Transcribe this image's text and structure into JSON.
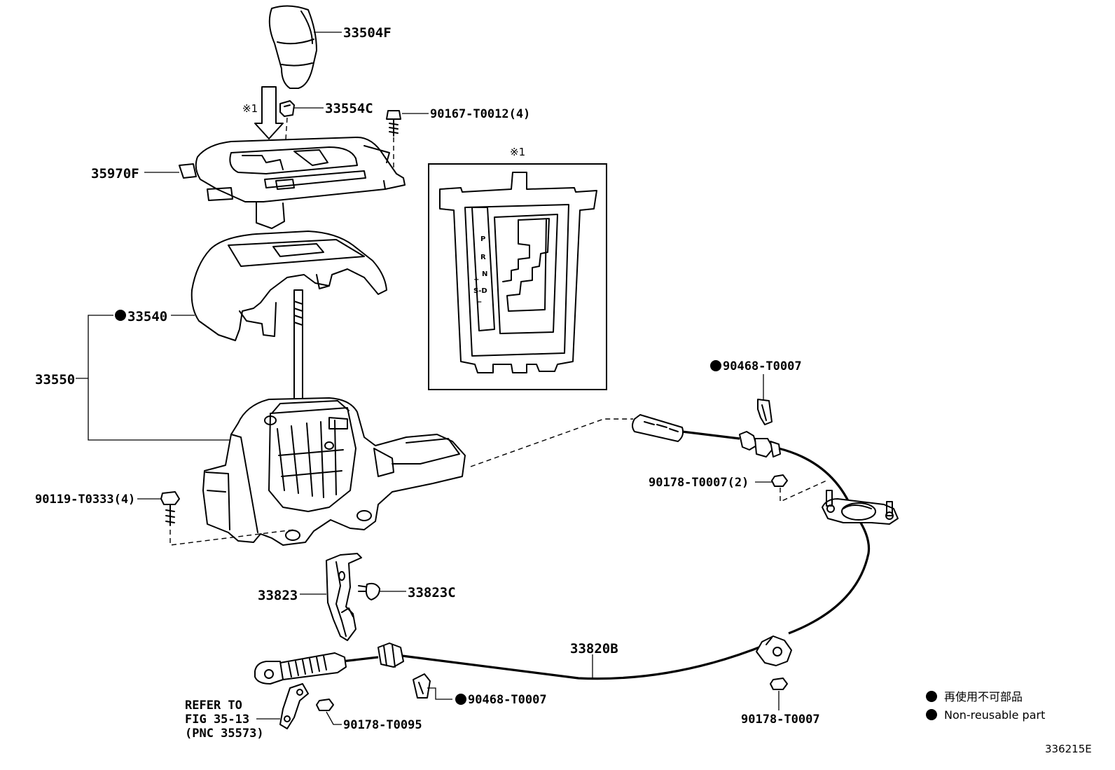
{
  "figure_id": "336215E",
  "callout_symbol": "※1",
  "callout_symbol_detail": "※1",
  "gate_positions": [
    "P",
    "R",
    "N",
    "+",
    "S-D",
    "−"
  ],
  "labels": {
    "knob": "33504F",
    "knob_clip": "33554C",
    "screw_top": "90167-T0012(4)",
    "indicator_housing": "35970F",
    "cover": "33540",
    "shift_lever_assy": "33550",
    "bolt_lever": "90119-T0333(4)",
    "clip_top": "90468-T0007",
    "nut_bracket": "90178-T0007(2)",
    "bracket": "33823",
    "bracket_pin": "33823C",
    "cable": "33820B",
    "clip_bottom": "90468-T0007",
    "nut_bottom_right": "90178-T0007",
    "nut_bottom_left": "90178-T0095",
    "refer_line1": "REFER TO",
    "refer_line2": "FIG 35-13",
    "refer_line3": "(PNC 35573)"
  },
  "non_reusable_marker": "●",
  "legend": {
    "japanese": "再使用不可部品",
    "english": "Non-reusable part"
  }
}
